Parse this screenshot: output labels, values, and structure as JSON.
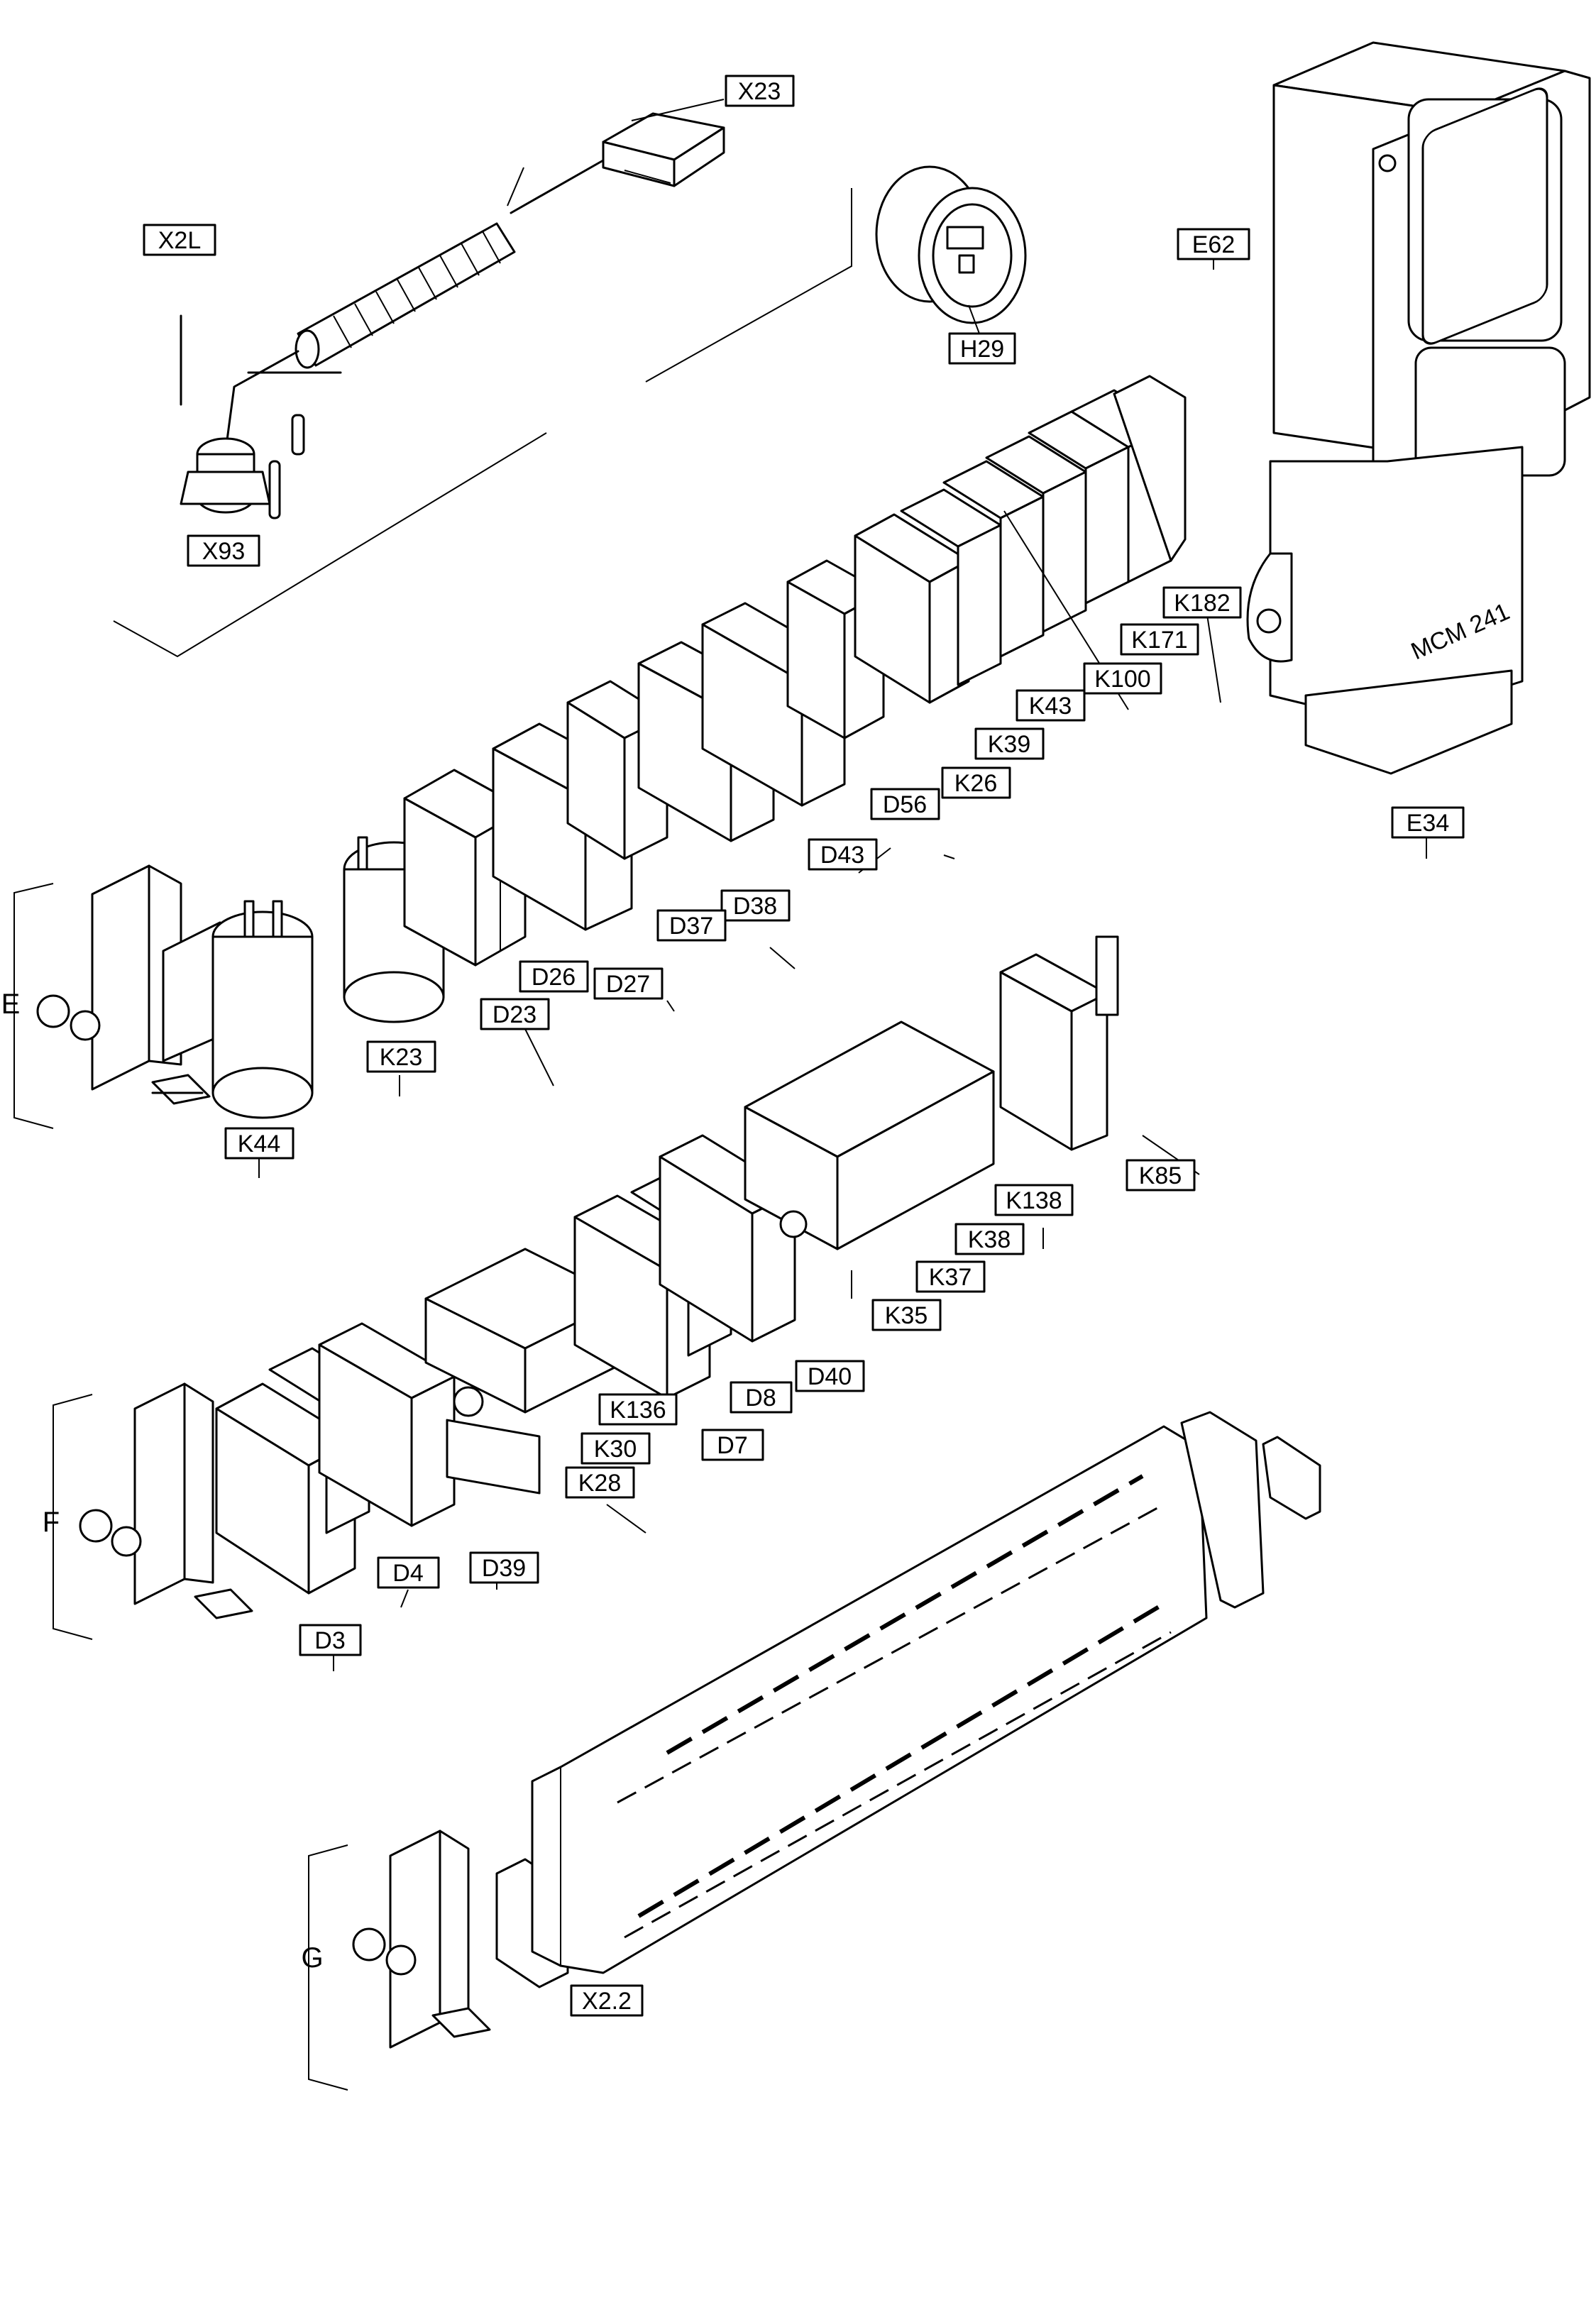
{
  "labels": {
    "x23": "X23",
    "x2l": "X2L",
    "h29": "H29",
    "e62": "E62",
    "x93": "X93",
    "k182": "K182",
    "k171": "K171",
    "k100": "K100",
    "k43": "K43",
    "k39": "K39",
    "k26": "K26",
    "d56": "D56",
    "d43": "D43",
    "d38": "D38",
    "d37": "D37",
    "d27": "D27",
    "d26": "D26",
    "d23": "D23",
    "k23": "K23",
    "k44": "K44",
    "e34": "E34",
    "k85": "K85",
    "k138": "K138",
    "k38": "K38",
    "k37": "K37",
    "k35": "K35",
    "d40": "D40",
    "d8": "D8",
    "d7": "D7",
    "k136": "K136",
    "k30": "K30",
    "k28": "K28",
    "d39": "D39",
    "d4": "D4",
    "d3": "D3",
    "x22": "X2.2"
  },
  "groups": {
    "e": "E",
    "f": "F",
    "g": "G"
  },
  "module_text": "MCM 241"
}
